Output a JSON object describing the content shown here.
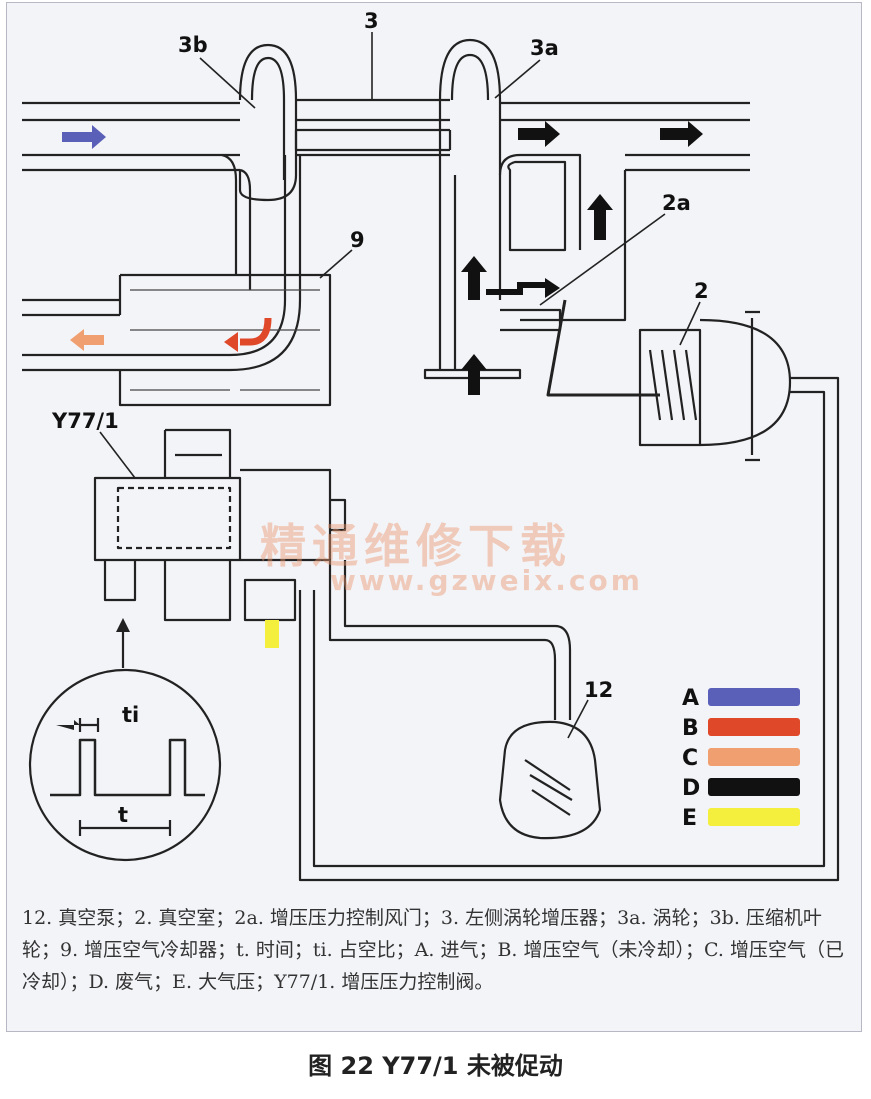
{
  "labels": {
    "l3": "3",
    "l3b": "3b",
    "l3a": "3a",
    "l2a": "2a",
    "l9": "9",
    "l2": "2",
    "ly77": "Y77/1",
    "l12": "12",
    "lti": "ti",
    "lt": "t"
  },
  "legend": [
    {
      "key": "A",
      "color": "#5a5fb8"
    },
    {
      "key": "B",
      "color": "#e0482a"
    },
    {
      "key": "C",
      "color": "#f0a070"
    },
    {
      "key": "D",
      "color": "#111111"
    },
    {
      "key": "E",
      "color": "#f4ee3c"
    }
  ],
  "watermark": {
    "cn": "精通维修下载",
    "url": "www.gzweix.com"
  },
  "caption": "12. 真空泵；2. 真空室；2a. 增压压力控制风门；3. 左侧涡轮增压器；3a. 涡轮；3b. 压缩机叶轮；9. 增压空气冷却器；t. 时间；ti. 占空比；A. 进气；B. 增压空气（未冷却）；C. 增压空气（已冷却）；D. 废气；E. 大气压；Y77/1. 增压压力控制阀。",
  "figure_title": "图 22 Y77/1 未被促动"
}
